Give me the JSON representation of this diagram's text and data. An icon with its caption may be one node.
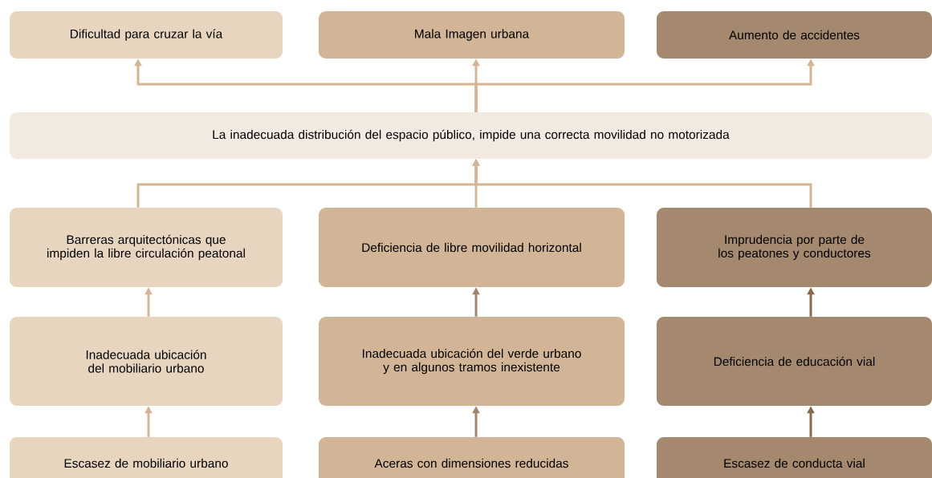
{
  "diagram": {
    "nodes": [
      {
        "text": [
          "Dificultad para cruzar la vía"
        ]
      },
      {
        "text": [
          "Mala Imagen urbana"
        ]
      },
      {
        "text": [
          "Aumento de accidentes"
        ]
      },
      {
        "text": [
          "La inadecuada distribución del espacio público, impide una correcta movilidad no motorizada"
        ]
      },
      {
        "text": [
          "Barreras arquitectónicas que impiden la libre circulación peatonal"
        ]
      },
      {
        "text": [
          "Deficiencia de libre movilidad horizontal"
        ]
      },
      {
        "text": [
          "Imprudencia por parte de los peatones y conductores"
        ]
      },
      {
        "text": [
          "Inadecuada ubicación del mobiliario urbano"
        ]
      },
      {
        "text": [
          "Inadecuada ubicación del verde urbano y en algunos tramos inexistente"
        ]
      },
      {
        "text": [
          "Deficiencia de educación vial"
        ]
      },
      {
        "text": [
          "Escasez de mobiliario urbano"
        ]
      },
      {
        "text": [
          "Aceras con dimensiones reducidas"
        ]
      },
      {
        "text": [
          "Escasez de conducta vial"
        ]
      }
    ],
    "edges": [
      {
        "from": 3,
        "to": 0,
        "arrow": "to"
      },
      {
        "from": 3,
        "to": 1,
        "arrow": "to"
      },
      {
        "from": 3,
        "to": 2,
        "arrow": "to"
      },
      {
        "from": 4,
        "to": 3,
        "arrow": "to"
      },
      {
        "from": 5,
        "to": 3,
        "arrow": "to"
      },
      {
        "from": 6,
        "to": 3,
        "arrow": "to"
      },
      {
        "from": 7,
        "to": 4,
        "arrow": "to"
      },
      {
        "from": 8,
        "to": 5,
        "arrow": "to",
        "color": "#a08568"
      },
      {
        "from": 9,
        "to": 6,
        "arrow": "to",
        "color": "#86694f"
      },
      {
        "from": 10,
        "to": 7,
        "arrow": "to"
      },
      {
        "from": 11,
        "to": 8,
        "arrow": "to",
        "color": "#a08568"
      },
      {
        "from": 12,
        "to": 9,
        "arrow": "to",
        "color": "#86694f"
      }
    ]
  }
}
